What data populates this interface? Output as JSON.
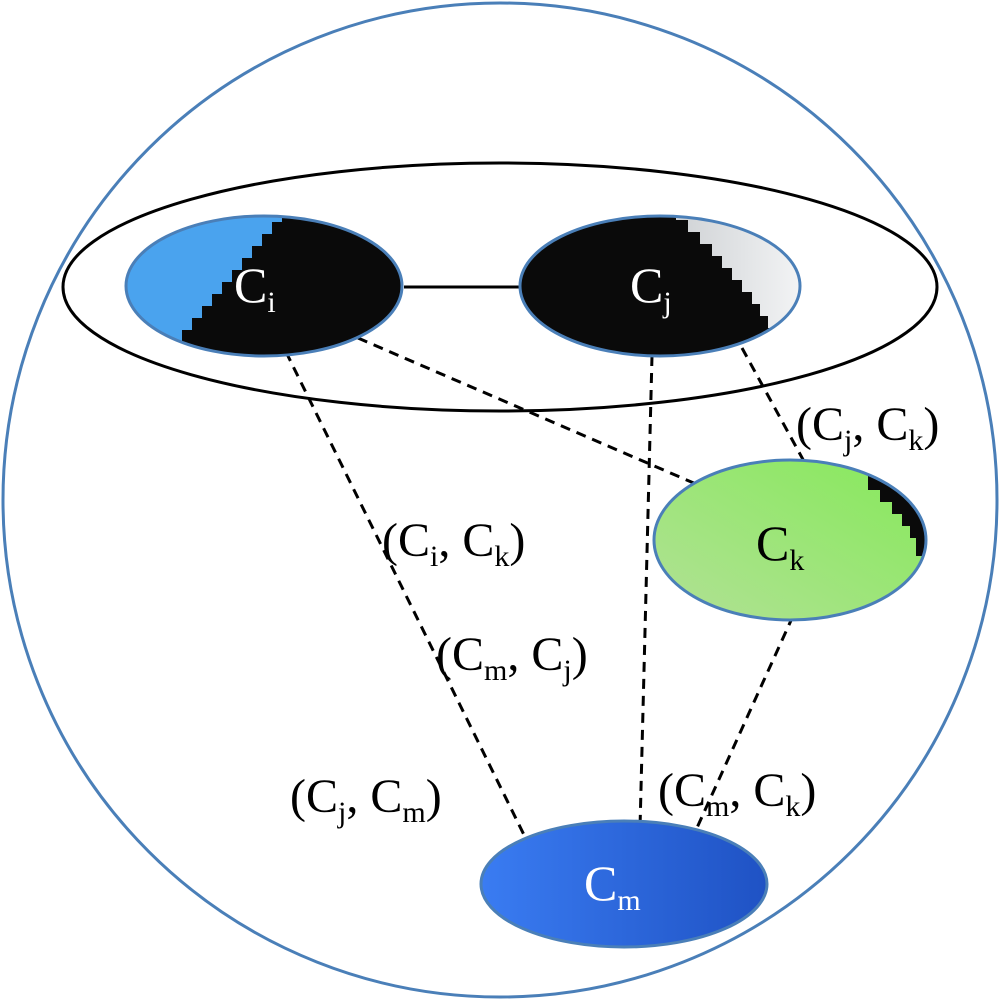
{
  "nodes": {
    "ci": {
      "base": "C",
      "sub": "i",
      "text_color": "#ffffff",
      "fill": "#4aa3ee",
      "shade": "#0a0a0a"
    },
    "cj": {
      "base": "C",
      "sub": "j",
      "text_color": "#ffffff",
      "fill": "#0a0a0a",
      "highlight": "#e8e9ea"
    },
    "ck": {
      "base": "C",
      "sub": "k",
      "text_color": "#000000",
      "fill": "#9ad96e",
      "shade": "#0a0a0a"
    },
    "cm": {
      "base": "C",
      "sub": "m",
      "text_color": "#ffffff",
      "fill": "#2f6fe0"
    }
  },
  "edge_labels": {
    "cj_ck": {
      "open": "(",
      "a": "C",
      "a_sub": "j",
      "sep": ", ",
      "b": "C",
      "b_sub": "k",
      "close": ")"
    },
    "ci_ck": {
      "open": "(",
      "a": "C",
      "a_sub": "i",
      "sep": ", ",
      "b": "C",
      "b_sub": "k",
      "close": ")"
    },
    "cm_cj": {
      "open": "(",
      "a": "C",
      "a_sub": "m",
      "sep": ", ",
      "b": "C",
      "b_sub": "j",
      "close": ")"
    },
    "cj_cm": {
      "open": "(",
      "a": "C",
      "a_sub": "j",
      "sep": ", ",
      "b": "C",
      "b_sub": "m",
      "close": ")"
    },
    "cm_ck": {
      "open": "(",
      "a": "C",
      "a_sub": "m",
      "sep": ", ",
      "b": "C",
      "b_sub": "k",
      "close": ")"
    }
  },
  "colors": {
    "outer_circle": "#4a7fb8",
    "node_border": "#4a7fb8",
    "line": "#000000"
  }
}
